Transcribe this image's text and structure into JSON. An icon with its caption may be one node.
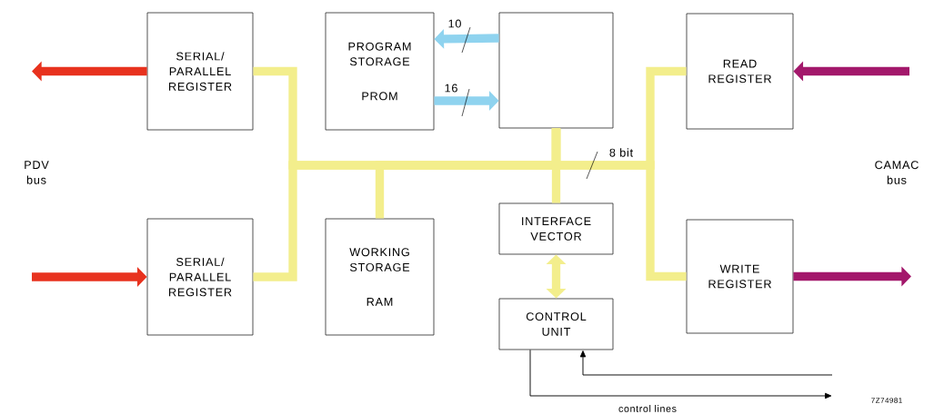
{
  "diagram": {
    "nodes": [
      {
        "text": [
          "SERIAL/ PARALLEL REGISTER"
        ]
      },
      {
        "text": [
          "PROGRAM STORAGE",
          "PROM"
        ]
      },
      {
        "text": [],
        "shape": "box"
      },
      {
        "text": [
          "READ REGISTER"
        ]
      },
      {
        "text": [
          "SERIAL/ PARALLEL REGISTER"
        ]
      },
      {
        "text": [
          "WORKING STORAGE",
          "RAM"
        ]
      },
      {
        "text": [
          "INTERFACE VECTOR"
        ]
      },
      {
        "text": [
          "CONTROL UNIT"
        ]
      },
      {
        "text": [
          "WRITE REGISTER"
        ]
      }
    ],
    "edges": [
      {
        "from": 0,
        "to": null,
        "arrow": "to",
        "color": "#e8321e"
      },
      {
        "from": null,
        "to": 4,
        "arrow": "to",
        "color": "#e8321e"
      },
      {
        "from": null,
        "to": 3,
        "arrow": "to",
        "color": "#a3186b"
      },
      {
        "from": 8,
        "to": null,
        "arrow": "to",
        "color": "#a3186b"
      },
      {
        "from": 2,
        "to": 1,
        "arrow": "to",
        "label": "10",
        "color": "#8fd3ef"
      },
      {
        "from": 1,
        "to": 2,
        "arrow": "to",
        "label": "16",
        "color": "#8fd3ef"
      },
      {
        "from": 2,
        "to": 0,
        "arrow": "none",
        "color": "#f3ee8c"
      },
      {
        "from": 2,
        "to": 4,
        "arrow": "none",
        "color": "#f3ee8c"
      },
      {
        "from": 2,
        "to": 5,
        "arrow": "none",
        "color": "#f3ee8c"
      },
      {
        "from": 2,
        "to": 6,
        "arrow": "none",
        "color": "#f3ee8c"
      },
      {
        "from": 2,
        "to": 3,
        "arrow": "none",
        "label": "8 bit",
        "color": "#f3ee8c"
      },
      {
        "from": 2,
        "to": 8,
        "arrow": "none",
        "color": "#f3ee8c"
      },
      {
        "from": 6,
        "to": 7,
        "arrow": "both",
        "color": "#f3ee8c"
      },
      {
        "from": 7,
        "to": null,
        "arrow": "to",
        "label": "control lines",
        "color": "#000000"
      },
      {
        "from": null,
        "to": 7,
        "arrow": "to",
        "color": "#000000"
      }
    ],
    "labels": [
      "PDV bus",
      "CAMAC bus",
      "7Z74981"
    ]
  }
}
